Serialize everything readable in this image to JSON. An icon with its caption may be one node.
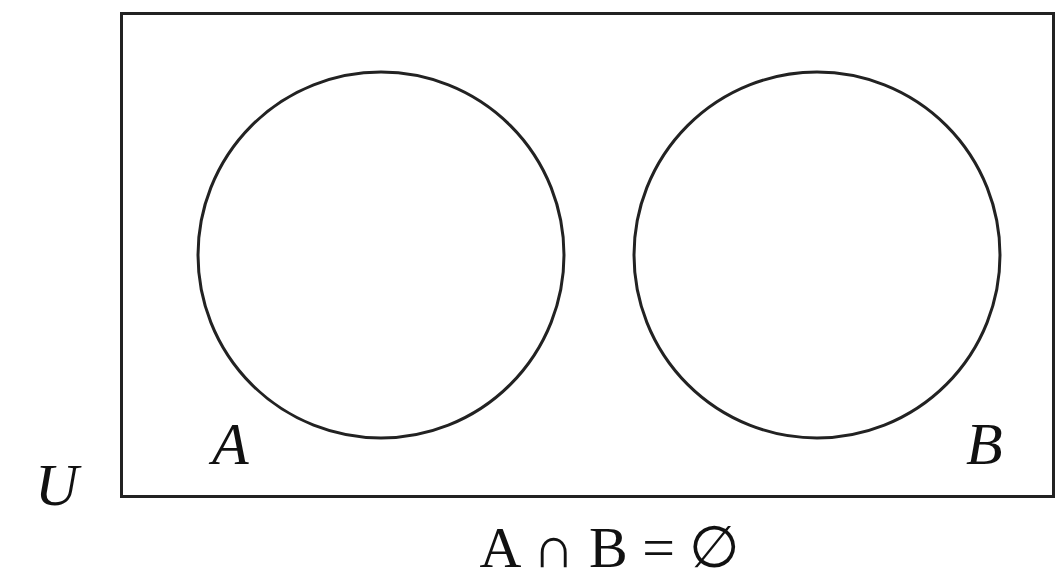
{
  "diagram": {
    "caption": "A ∩ B = ∅",
    "nodes": [
      {
        "text": [
          "U"
        ]
      },
      {
        "text": [
          "A"
        ],
        "in": 0
      },
      {
        "text": [
          "B"
        ],
        "in": 0
      }
    ]
  }
}
